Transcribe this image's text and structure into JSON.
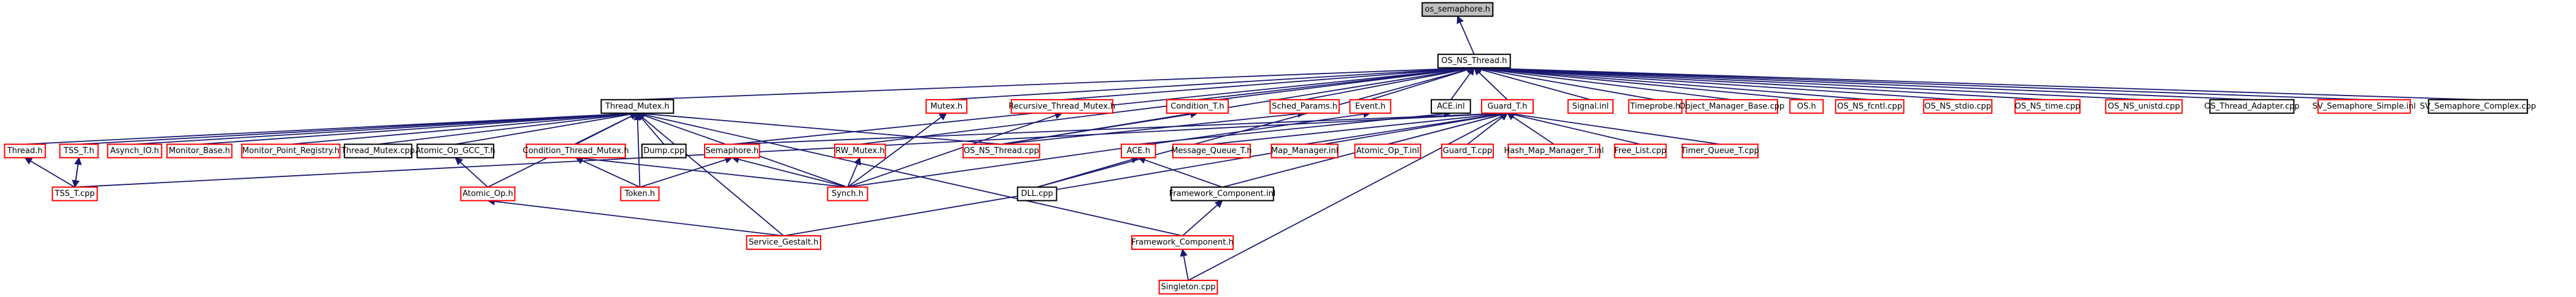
{
  "colors": {
    "focus_fill": "#bfbfbf",
    "red_border": "#ff0000",
    "black_border": "#000000",
    "edge": "#191970",
    "text": "#000000",
    "background": "#ffffff"
  },
  "nodes": [
    {
      "id": "os_semaphore_h",
      "label": "os_semaphore.h",
      "style": "focus"
    },
    {
      "id": "os_ns_thread_h",
      "label": "OS_NS_Thread.h",
      "style": "black"
    },
    {
      "id": "thread_mutex_h",
      "label": "Thread_Mutex.h",
      "style": "black"
    },
    {
      "id": "mutex_h",
      "label": "Mutex.h",
      "style": "red"
    },
    {
      "id": "recursive_thread_mutex_h",
      "label": "Recursive_Thread_Mutex.h",
      "style": "red"
    },
    {
      "id": "condition_t_h",
      "label": "Condition_T.h",
      "style": "red"
    },
    {
      "id": "sched_params_h",
      "label": "Sched_Params.h",
      "style": "red"
    },
    {
      "id": "event_h",
      "label": "Event.h",
      "style": "red"
    },
    {
      "id": "ace_inl",
      "label": "ACE.inl",
      "style": "black"
    },
    {
      "id": "guard_t_h",
      "label": "Guard_T.h",
      "style": "red"
    },
    {
      "id": "signal_inl",
      "label": "Signal.inl",
      "style": "red"
    },
    {
      "id": "timeprobe_h",
      "label": "Timeprobe.h",
      "style": "red"
    },
    {
      "id": "object_manager_base_cpp",
      "label": "Object_Manager_Base.cpp",
      "style": "red"
    },
    {
      "id": "os_h",
      "label": "OS.h",
      "style": "red"
    },
    {
      "id": "os_ns_fcntl_cpp",
      "label": "OS_NS_fcntl.cpp",
      "style": "red"
    },
    {
      "id": "os_ns_stdio_cpp",
      "label": "OS_NS_stdio.cpp",
      "style": "red"
    },
    {
      "id": "os_ns_time_cpp",
      "label": "OS_NS_time.cpp",
      "style": "red"
    },
    {
      "id": "os_ns_unistd_cpp",
      "label": "OS_NS_unistd.cpp",
      "style": "red"
    },
    {
      "id": "os_thread_adapter_cpp",
      "label": "OS_Thread_Adapter.cpp",
      "style": "black"
    },
    {
      "id": "sv_semaphore_simple_inl",
      "label": "SV_Semaphore_Simple.inl",
      "style": "red"
    },
    {
      "id": "sv_semaphore_complex_cpp",
      "label": "SV_Semaphore_Complex.cpp",
      "style": "black"
    },
    {
      "id": "thread_h",
      "label": "Thread.h",
      "style": "red"
    },
    {
      "id": "tss_t_h",
      "label": "TSS_T.h",
      "style": "red"
    },
    {
      "id": "asynch_io_h",
      "label": "Asynch_IO.h",
      "style": "red"
    },
    {
      "id": "monitor_base_h",
      "label": "Monitor_Base.h",
      "style": "red"
    },
    {
      "id": "monitor_point_registry_h",
      "label": "Monitor_Point_Registry.h",
      "style": "red"
    },
    {
      "id": "thread_mutex_cpp",
      "label": "Thread_Mutex.cpp",
      "style": "black"
    },
    {
      "id": "atomic_op_gcc_t_h",
      "label": "Atomic_Op_GCC_T.h",
      "style": "black"
    },
    {
      "id": "condition_thread_mutex_h",
      "label": "Condition_Thread_Mutex.h",
      "style": "red"
    },
    {
      "id": "dump_cpp",
      "label": "Dump.cpp",
      "style": "black"
    },
    {
      "id": "semaphore_h",
      "label": "Semaphore.h",
      "style": "red"
    },
    {
      "id": "rw_mutex_h",
      "label": "RW_Mutex.h",
      "style": "red"
    },
    {
      "id": "os_ns_thread_cpp",
      "label": "OS_NS_Thread.cpp",
      "style": "red"
    },
    {
      "id": "ace_h",
      "label": "ACE.h",
      "style": "red"
    },
    {
      "id": "message_queue_t_h",
      "label": "Message_Queue_T.h",
      "style": "red"
    },
    {
      "id": "map_manager_inl",
      "label": "Map_Manager.inl",
      "style": "red"
    },
    {
      "id": "atomic_op_t_inl",
      "label": "Atomic_Op_T.inl",
      "style": "red"
    },
    {
      "id": "guard_t_cpp",
      "label": "Guard_T.cpp",
      "style": "red"
    },
    {
      "id": "hash_map_manager_t_inl",
      "label": "Hash_Map_Manager_T.inl",
      "style": "red"
    },
    {
      "id": "free_list_cpp",
      "label": "Free_List.cpp",
      "style": "red"
    },
    {
      "id": "timer_queue_t_cpp",
      "label": "Timer_Queue_T.cpp",
      "style": "red"
    },
    {
      "id": "tss_t_cpp",
      "label": "TSS_T.cpp",
      "style": "red"
    },
    {
      "id": "atomic_op_h",
      "label": "Atomic_Op.h",
      "style": "red"
    },
    {
      "id": "token_h",
      "label": "Token.h",
      "style": "red"
    },
    {
      "id": "synch_h",
      "label": "Synch.h",
      "style": "red"
    },
    {
      "id": "dll_cpp",
      "label": "DLL.cpp",
      "style": "black"
    },
    {
      "id": "framework_component_inl",
      "label": "Framework_Component.inl",
      "style": "black"
    },
    {
      "id": "service_gestalt_h",
      "label": "Service_Gestalt.h",
      "style": "red"
    },
    {
      "id": "framework_component_h",
      "label": "Framework_Component.h",
      "style": "red"
    },
    {
      "id": "singleton_cpp",
      "label": "Singleton.cpp",
      "style": "red"
    }
  ],
  "edges": [
    [
      "os_ns_thread_h",
      "os_semaphore_h"
    ],
    [
      "thread_mutex_h",
      "os_ns_thread_h"
    ],
    [
      "mutex_h",
      "os_ns_thread_h"
    ],
    [
      "recursive_thread_mutex_h",
      "os_ns_thread_h"
    ],
    [
      "condition_t_h",
      "os_ns_thread_h"
    ],
    [
      "sched_params_h",
      "os_ns_thread_h"
    ],
    [
      "event_h",
      "os_ns_thread_h"
    ],
    [
      "ace_inl",
      "os_ns_thread_h"
    ],
    [
      "guard_t_h",
      "os_ns_thread_h"
    ],
    [
      "signal_inl",
      "os_ns_thread_h"
    ],
    [
      "timeprobe_h",
      "os_ns_thread_h"
    ],
    [
      "object_manager_base_cpp",
      "os_ns_thread_h"
    ],
    [
      "os_h",
      "os_ns_thread_h"
    ],
    [
      "os_ns_fcntl_cpp",
      "os_ns_thread_h"
    ],
    [
      "os_ns_stdio_cpp",
      "os_ns_thread_h"
    ],
    [
      "os_ns_time_cpp",
      "os_ns_thread_h"
    ],
    [
      "os_ns_unistd_cpp",
      "os_ns_thread_h"
    ],
    [
      "os_thread_adapter_cpp",
      "os_ns_thread_h"
    ],
    [
      "sv_semaphore_simple_inl",
      "os_ns_thread_h"
    ],
    [
      "sv_semaphore_complex_cpp",
      "os_ns_thread_h"
    ],
    [
      "semaphore_h",
      "os_ns_thread_h"
    ],
    [
      "rw_mutex_h",
      "os_ns_thread_h"
    ],
    [
      "os_ns_thread_cpp",
      "os_ns_thread_h"
    ],
    [
      "dll_cpp",
      "os_ns_thread_h"
    ],
    [
      "thread_h",
      "thread_mutex_h"
    ],
    [
      "tss_t_h",
      "thread_mutex_h"
    ],
    [
      "asynch_io_h",
      "thread_mutex_h"
    ],
    [
      "monitor_base_h",
      "thread_mutex_h"
    ],
    [
      "monitor_point_registry_h",
      "thread_mutex_h"
    ],
    [
      "thread_mutex_cpp",
      "thread_mutex_h"
    ],
    [
      "atomic_op_gcc_t_h",
      "thread_mutex_h"
    ],
    [
      "condition_thread_mutex_h",
      "thread_mutex_h"
    ],
    [
      "dump_cpp",
      "thread_mutex_h"
    ],
    [
      "os_ns_thread_cpp",
      "thread_mutex_h"
    ],
    [
      "atomic_op_h",
      "thread_mutex_h"
    ],
    [
      "token_h",
      "thread_mutex_h"
    ],
    [
      "synch_h",
      "thread_mutex_h"
    ],
    [
      "service_gestalt_h",
      "thread_mutex_h"
    ],
    [
      "framework_component_h",
      "thread_mutex_h"
    ],
    [
      "synch_h",
      "mutex_h"
    ],
    [
      "synch_h",
      "recursive_thread_mutex_h"
    ],
    [
      "os_ns_thread_cpp",
      "condition_t_h"
    ],
    [
      "os_ns_thread_cpp",
      "sched_params_h"
    ],
    [
      "synch_h",
      "event_h"
    ],
    [
      "ace_h",
      "ace_inl"
    ],
    [
      "semaphore_h",
      "guard_t_h"
    ],
    [
      "message_queue_t_h",
      "guard_t_h"
    ],
    [
      "map_manager_inl",
      "guard_t_h"
    ],
    [
      "atomic_op_t_inl",
      "guard_t_h"
    ],
    [
      "guard_t_cpp",
      "guard_t_h"
    ],
    [
      "hash_map_manager_t_inl",
      "guard_t_h"
    ],
    [
      "free_list_cpp",
      "guard_t_h"
    ],
    [
      "timer_queue_t_cpp",
      "guard_t_h"
    ],
    [
      "tss_t_cpp",
      "guard_t_h"
    ],
    [
      "framework_component_inl",
      "guard_t_h"
    ],
    [
      "service_gestalt_h",
      "guard_t_h"
    ],
    [
      "singleton_cpp",
      "guard_t_h"
    ],
    [
      "tss_t_cpp",
      "thread_h"
    ],
    [
      "tss_t_cpp",
      "tss_t_h"
    ],
    [
      "tss_t_h",
      "tss_t_cpp"
    ],
    [
      "atomic_op_h",
      "atomic_op_gcc_t_h"
    ],
    [
      "token_h",
      "condition_thread_mutex_h"
    ],
    [
      "synch_h",
      "condition_thread_mutex_h"
    ],
    [
      "synch_h",
      "semaphore_h"
    ],
    [
      "synch_h",
      "rw_mutex_h"
    ],
    [
      "token_h",
      "semaphore_h"
    ],
    [
      "dll_cpp",
      "ace_h"
    ],
    [
      "framework_component_inl",
      "ace_h"
    ],
    [
      "service_gestalt_h",
      "atomic_op_h"
    ],
    [
      "framework_component_h",
      "framework_component_inl"
    ],
    [
      "singleton_cpp",
      "framework_component_h"
    ]
  ]
}
